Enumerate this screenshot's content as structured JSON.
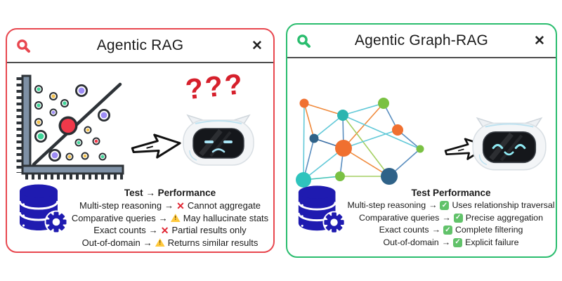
{
  "panels": {
    "left": {
      "title": "Agentic RAG",
      "close_label": "✕",
      "accent_color": "#e8474f",
      "question_marks": "???",
      "table": {
        "title": "Test → Performance",
        "rows": [
          {
            "test": "Multi-step reasoning",
            "arrow": "→",
            "status_icon": "cross",
            "result": "Cannot aggregate"
          },
          {
            "test": "Comparative queries",
            "arrow": "→",
            "status_icon": "warning",
            "result": "May hallucinate stats"
          },
          {
            "test": "Exact counts",
            "arrow": "→",
            "status_icon": "cross",
            "result": "Partial results only"
          },
          {
            "test": "Out-of-domain",
            "arrow": "→",
            "status_icon": "warning",
            "result": "Returns similar results"
          }
        ]
      }
    },
    "right": {
      "title": "Agentic Graph-RAG",
      "close_label": "✕",
      "accent_color": "#2abd6e",
      "table": {
        "title": "Test Performance",
        "rows": [
          {
            "test": "Multi-step reasoning",
            "arrow": "→",
            "status_icon": "check",
            "result": "Uses relationship traversal"
          },
          {
            "test": "Comparative queries",
            "arrow": "→",
            "status_icon": "check",
            "result": "Precise aggregation"
          },
          {
            "test": "Exact counts",
            "arrow": "→",
            "status_icon": "check",
            "result": "Complete filtering"
          },
          {
            "test": "Out-of-domain",
            "arrow": "→",
            "status_icon": "check",
            "result": "Explicit failure"
          }
        ]
      }
    }
  },
  "status_colors": {
    "cross": "#e02633",
    "warning": "#ffc93c",
    "check": "#61c26a"
  }
}
